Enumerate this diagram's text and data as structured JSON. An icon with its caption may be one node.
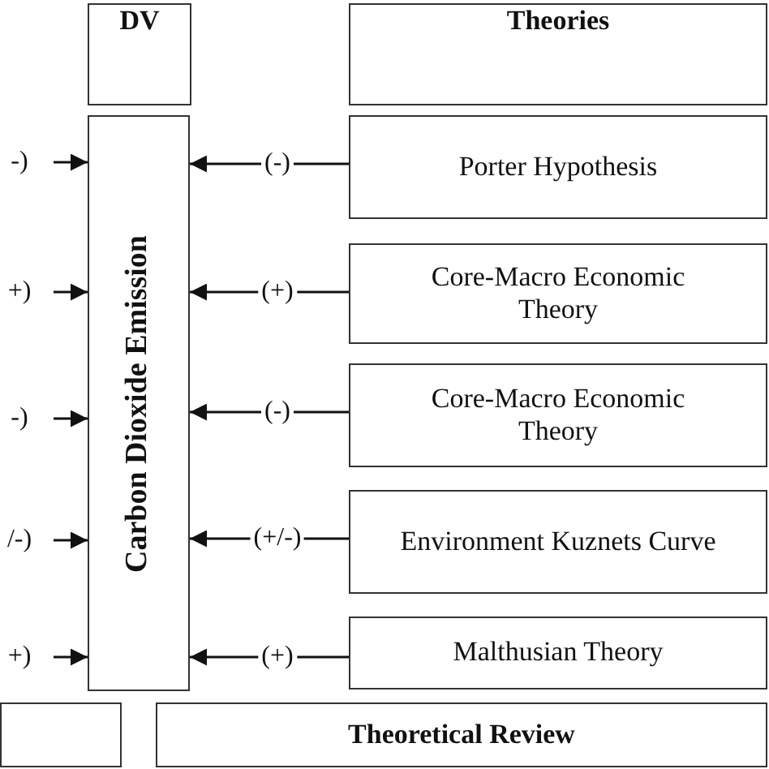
{
  "diagram": {
    "nodes": [
      {
        "text": [
          "DV"
        ]
      },
      {
        "text": [
          "Theories"
        ]
      },
      {
        "text": [
          "Carbon Dioxide Emission"
        ]
      },
      {
        "text": [
          "Porter Hypothesis"
        ]
      },
      {
        "text": [
          "Core-Macro Economic Theory"
        ]
      },
      {
        "text": [
          "Core-Macro Economic Theory"
        ]
      },
      {
        "text": [
          "Environment Kuznets Curve"
        ]
      },
      {
        "text": [
          "Malthusian Theory"
        ]
      },
      {
        "text": [],
        "shape": "box"
      },
      {
        "text": [
          "Theoretical Review"
        ]
      }
    ],
    "edges": [
      {
        "from": null,
        "to": 2,
        "arrow": "to",
        "label": "-)"
      },
      {
        "from": null,
        "to": 2,
        "arrow": "to",
        "label": "+)"
      },
      {
        "from": null,
        "to": 2,
        "arrow": "to",
        "label": "-)"
      },
      {
        "from": null,
        "to": 2,
        "arrow": "to",
        "label": "/-)"
      },
      {
        "from": null,
        "to": 2,
        "arrow": "to",
        "label": "+)"
      },
      {
        "from": 3,
        "to": 2,
        "arrow": "to",
        "label": "(-)"
      },
      {
        "from": 4,
        "to": 2,
        "arrow": "to",
        "label": "(+)"
      },
      {
        "from": 5,
        "to": 2,
        "arrow": "to",
        "label": "(-)"
      },
      {
        "from": 6,
        "to": 2,
        "arrow": "to",
        "label": "(+/-)"
      },
      {
        "from": 7,
        "to": 2,
        "arrow": "to",
        "label": "(+)"
      }
    ]
  }
}
